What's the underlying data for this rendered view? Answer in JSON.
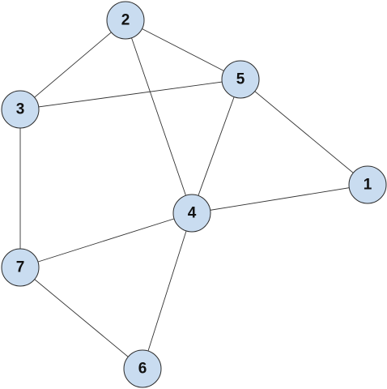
{
  "graph": {
    "node_fill": "#c9dcf0",
    "node_stroke": "#2b2b2b",
    "edge_color": "#333333",
    "nodes": [
      {
        "id": "1",
        "label": "1"
      },
      {
        "id": "2",
        "label": "2"
      },
      {
        "id": "3",
        "label": "3"
      },
      {
        "id": "4",
        "label": "4"
      },
      {
        "id": "5",
        "label": "5"
      },
      {
        "id": "6",
        "label": "6"
      },
      {
        "id": "7",
        "label": "7"
      }
    ],
    "edges": [
      [
        "2",
        "3"
      ],
      [
        "2",
        "5"
      ],
      [
        "2",
        "4"
      ],
      [
        "3",
        "5"
      ],
      [
        "3",
        "7"
      ],
      [
        "5",
        "4"
      ],
      [
        "5",
        "1"
      ],
      [
        "4",
        "1"
      ],
      [
        "4",
        "7"
      ],
      [
        "4",
        "6"
      ],
      [
        "7",
        "6"
      ]
    ]
  }
}
